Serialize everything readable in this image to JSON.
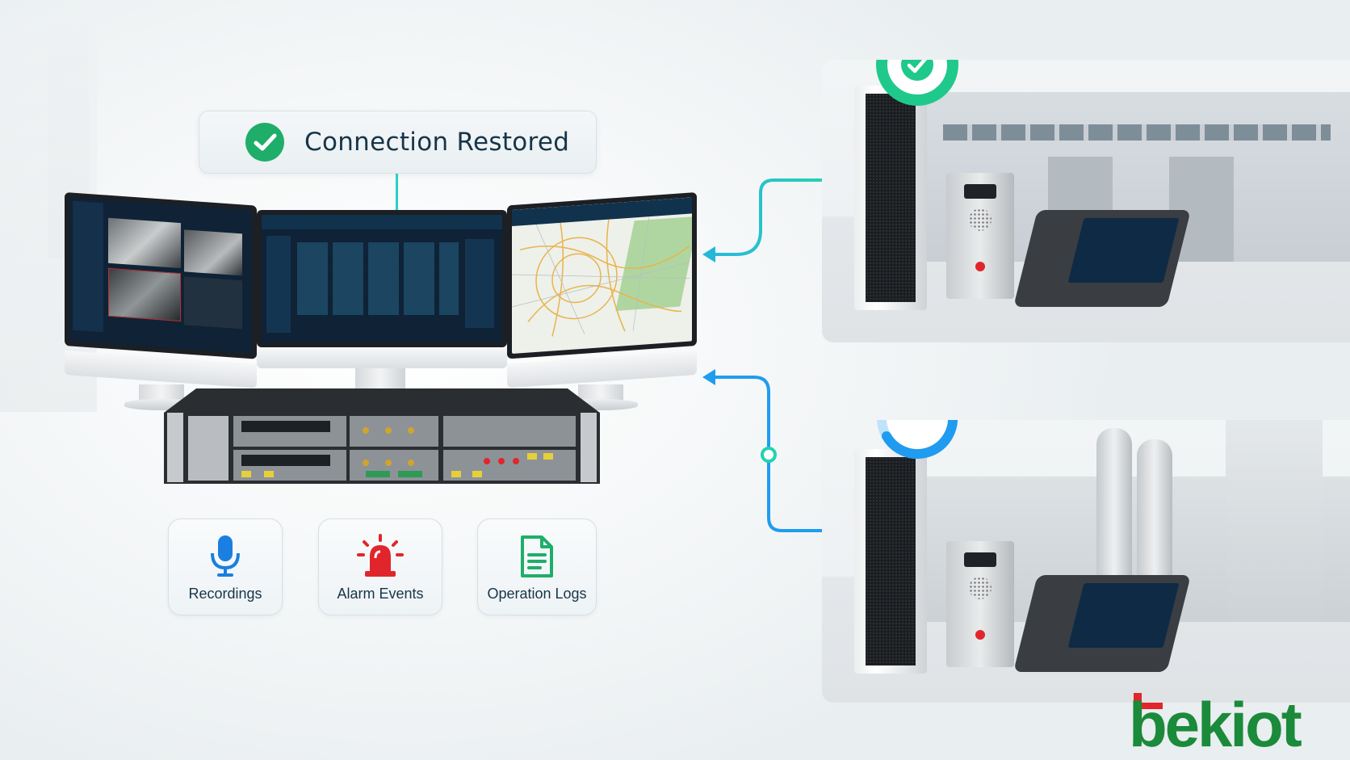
{
  "status": {
    "text": "Connection Restored",
    "icon": "check-circle-icon",
    "color": "#1fae6a"
  },
  "cards": [
    {
      "label": "Recordings",
      "icon": "microphone-icon",
      "color": "#1a7fe0"
    },
    {
      "label": "Alarm Events",
      "icon": "alarm-siren-icon",
      "color": "#e0262c"
    },
    {
      "label": "Operation Logs",
      "icon": "document-icon",
      "color": "#1fae6a"
    }
  ],
  "endpoints": [
    {
      "state_icon": "check-ring-icon",
      "state": "connected",
      "color": "#1fc98b"
    },
    {
      "state_icon": "loading-ring-icon",
      "state": "reconnecting",
      "color": "#1f9cef"
    }
  ],
  "colors": {
    "link_top": "#22d3b0",
    "link_bottom": "#1f9cef",
    "text_dark": "#173548"
  },
  "logo": {
    "text": "bekiot",
    "color": "#1b8a3a",
    "accent": "#e1262c"
  }
}
